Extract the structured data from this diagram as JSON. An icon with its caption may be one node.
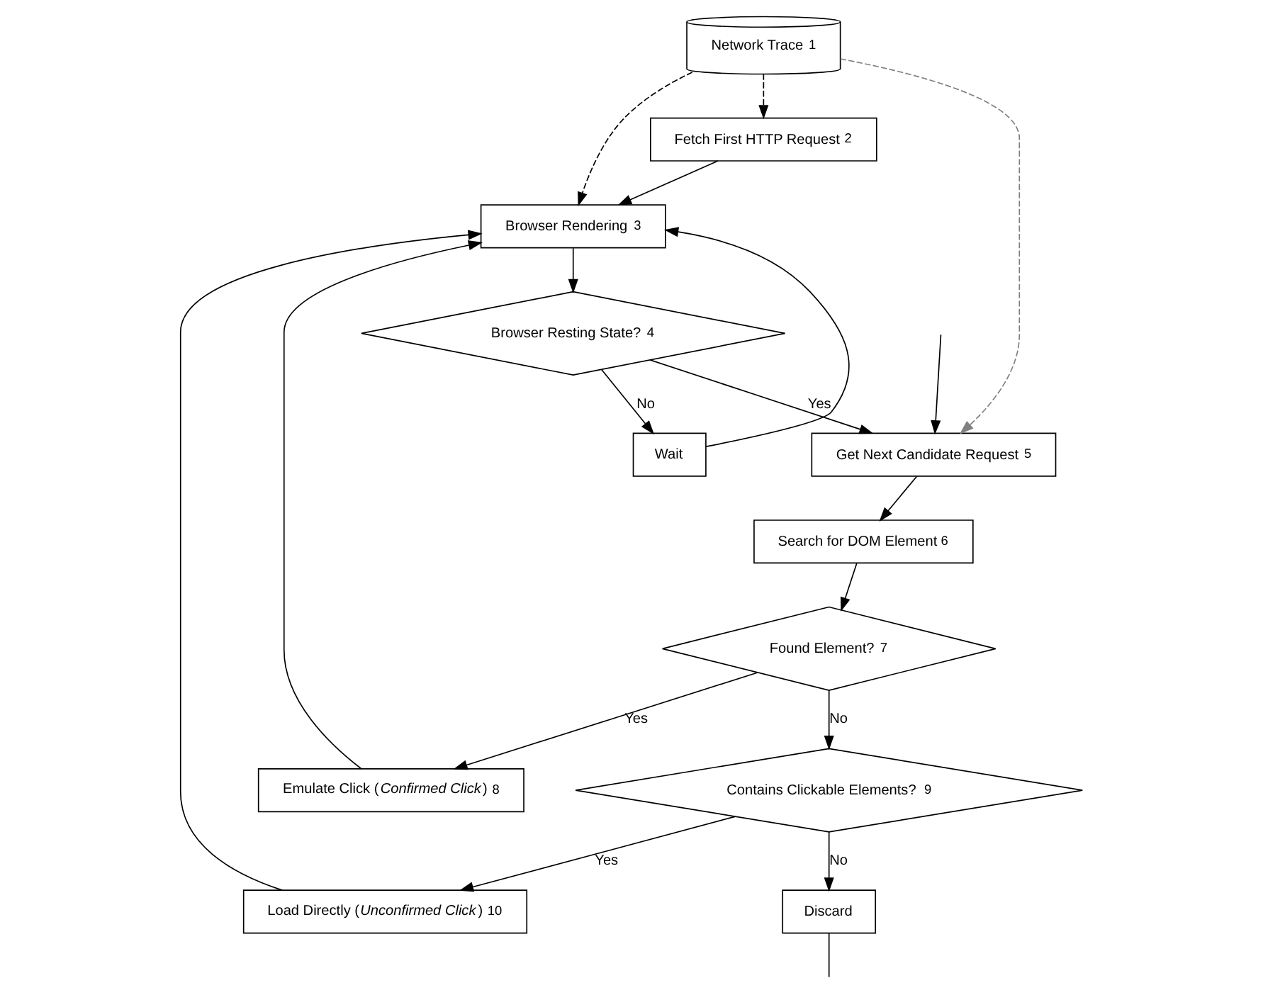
{
  "diagram": {
    "nodes": [
      {
        "text": [
          "Network Trace",
          "1"
        ]
      },
      {
        "text": [
          "Fetch First HTTP Request",
          "2"
        ]
      },
      {
        "text": [
          "Browser Rendering",
          "3"
        ]
      },
      {
        "text": [
          "Wait"
        ]
      },
      {
        "text": [
          "Browser Resting State?",
          "4"
        ]
      },
      {
        "text": [
          "Get Next Candidate Request",
          "5"
        ]
      },
      {
        "text": [
          "Search for DOM Element",
          "6"
        ]
      },
      {
        "text": [
          "Found Element?",
          "7"
        ]
      },
      {
        "text": [
          "Emulate Click (*Confirmed Click*)",
          "8"
        ]
      },
      {
        "text": [
          "Contains Clickable Elements?",
          "9"
        ]
      },
      {
        "text": [
          "Load Directly (*Unconfirmed Click*)",
          "10"
        ]
      },
      {
        "text": [
          "Discard"
        ]
      }
    ],
    "edges": [
      {
        "from": 0,
        "to": 1,
        "arrow": "to",
        "style": "dashed"
      },
      {
        "from": 0,
        "to": 2,
        "arrow": "to",
        "style": "dashed"
      },
      {
        "from": 0,
        "to": 5,
        "arrow": "to",
        "style": "dashed",
        "color": "#808080"
      },
      {
        "from": 1,
        "to": 2,
        "arrow": "to"
      },
      {
        "from": 2,
        "to": 4,
        "arrow": "to"
      },
      {
        "from": 4,
        "to": 3,
        "arrow": "to",
        "label": "No"
      },
      {
        "from": 3,
        "to": 2,
        "arrow": "to"
      },
      {
        "from": 4,
        "to": 5,
        "arrow": "to",
        "label": "Yes"
      },
      {
        "from": 5,
        "to": 6,
        "arrow": "to"
      },
      {
        "from": 6,
        "to": 7,
        "arrow": "to"
      },
      {
        "from": 7,
        "to": 8,
        "arrow": "to",
        "label": "Yes"
      },
      {
        "from": 7,
        "to": 9,
        "arrow": "to",
        "label": "No"
      },
      {
        "from": 8,
        "to": 2,
        "arrow": "to"
      },
      {
        "from": 9,
        "to": 10,
        "arrow": "to",
        "label": "Yes"
      },
      {
        "from": 10,
        "to": 2,
        "arrow": "to"
      },
      {
        "from": 9,
        "to": 11,
        "arrow": "to",
        "label": "No"
      },
      {
        "from": 11,
        "to": null,
        "arrow": "none"
      },
      {
        "from": null,
        "to": 5,
        "arrow": "to"
      }
    ]
  }
}
